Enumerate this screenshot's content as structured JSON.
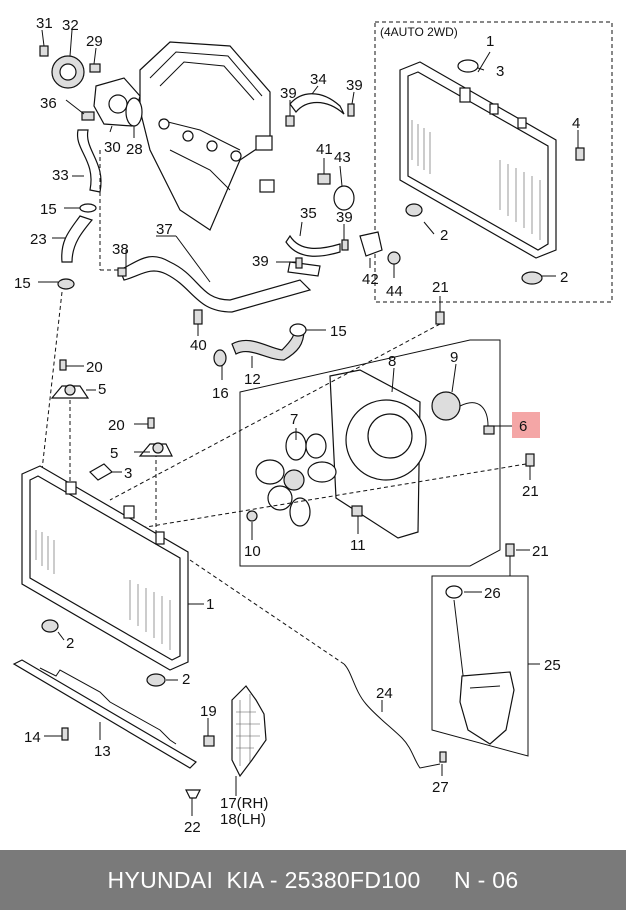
{
  "header_note": "(4AUTO 2WD)",
  "callouts": {
    "c1a": "1",
    "c2a": "2",
    "c2b": "2",
    "c3a": "3",
    "c4": "4",
    "c31": "31",
    "c32": "32",
    "c29": "29",
    "c36": "36",
    "c30": "30",
    "c28": "28",
    "c33": "33",
    "c15a": "15",
    "c23": "23",
    "c15b": "15",
    "c34": "34",
    "c39a": "39",
    "c39b": "39",
    "c41": "41",
    "c43": "43",
    "c35": "35",
    "c39c": "39",
    "c37": "37",
    "c38": "38",
    "c39d": "39",
    "c42": "42",
    "c44": "44",
    "c21a": "21",
    "c40": "40",
    "c15c": "15",
    "c16": "16",
    "c12": "12",
    "c20a": "20",
    "c5a": "5",
    "c20b": "20",
    "c5b": "5",
    "c3b": "3",
    "c8": "8",
    "c9": "9",
    "c7": "7",
    "c6": "6",
    "c21b": "21",
    "c10": "10",
    "c11": "11",
    "c21c": "21",
    "c1b": "1",
    "c2c": "2",
    "c2d": "2",
    "c26": "26",
    "c25": "25",
    "c24": "24",
    "c27": "27",
    "c14": "14",
    "c13": "13",
    "c19": "19",
    "c17": "17(RH)",
    "c18": "18(LH)",
    "c22": "22"
  },
  "highlight_color": "#f4a6a6",
  "footer": {
    "text": "HYUNDAI  KIA - 25380FD100     N - 06"
  }
}
